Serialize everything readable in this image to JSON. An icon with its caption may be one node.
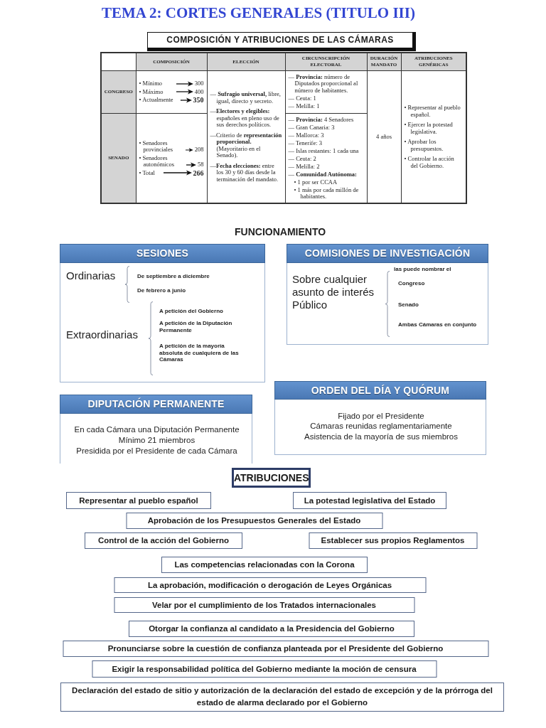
{
  "diagram": {
    "title": "TEMA 2: CORTES GENERALES (TITULO III)",
    "nodes": [
      {
        "text": [
          "COMPOSICIÓN Y ATRIBUCIONES DE LAS CÁMARAS"
        ]
      },
      {
        "text": [
          "SESIONES",
          "Ordinarias",
          "De septiembre a diciembre",
          "De febrero a junio",
          "Extraordinarias",
          "A petición del Gobierno",
          "A petición de la Diputación Permanente",
          "A petición de la mayoría absoluta de cualquiera de las Cámaras"
        ]
      },
      {
        "text": [
          "COMISIONES DE INVESTIGACIÓN",
          "Sobre cualquier asunto de interés Público",
          "las puede nombrar el",
          "Congreso",
          "Senado",
          "Ambas Cámaras en conjunto"
        ]
      },
      {
        "text": [
          "DIPUTACIÓN PERMANENTE",
          "En cada Cámara una Diputación Permanente",
          "Mínimo 21 miembros",
          "Presidida por el Presidente de cada Cámara"
        ]
      },
      {
        "text": [
          "ORDEN DEL DÍA Y QUÓRUM",
          "Fijado por el Presidente",
          "Cámaras reunidas reglamentariamente",
          "Asistencia de la mayoría de sus miembros"
        ]
      },
      {
        "text": [
          "ATRIBUCIONES"
        ]
      },
      {
        "text": [
          "Representar al pueblo español"
        ]
      },
      {
        "text": [
          "La potestad legislativa del Estado"
        ]
      },
      {
        "text": [
          "Aprobación de los Presupuestos Generales del Estado"
        ]
      },
      {
        "text": [
          "Control de la acción del Gobierno"
        ]
      },
      {
        "text": [
          "Establecer sus propios Reglamentos"
        ]
      },
      {
        "text": [
          "Las competencias relacionadas con la Corona"
        ]
      },
      {
        "text": [
          "La aprobación, modificación o derogación de Leyes Orgánicas"
        ]
      },
      {
        "text": [
          "Velar por el cumplimiento de los Tratados internacionales"
        ]
      },
      {
        "text": [
          "Otorgar la confianza al candidato a la Presidencia del Gobierno"
        ]
      },
      {
        "text": [
          "Pronunciarse sobre la cuestión de confianza planteada por el Presidente del Gobierno"
        ]
      },
      {
        "text": [
          "Exigir la responsabilidad política del Gobierno mediante la moción de censura"
        ]
      },
      {
        "text": [
          "Declaración del estado de sitio y autorización de la declaración del estado de excepción y de la prórroga del estado de alarma declarado por el Gobierno"
        ]
      }
    ],
    "labels": [
      "COMPOSICIÓN",
      "ELECCIÓN",
      "CIRCUNSCRIPCIÓN ELECTORAL",
      "DURACIÓN MANDATO",
      "ATRIBUCIONES GENÉRICAS",
      "CONGRESO",
      "• Mínimo",
      "300",
      "• Máximo",
      "400",
      "• Actualmente",
      "350",
      "— **Sufragio universal,** libre, igual, directo y secreto.",
      "—**Electores y elegibles:** españoles en pleno uso de sus derechos políticos.",
      "—Criterio de **representación proporcional.** (Mayoritario en el Senado).",
      "—**Fecha elecciones:** entre los 30 y 60 días desde la terminación del mandato.",
      "— **Provincia:** número de Diputados proporcional al número de habitantes.",
      "— Ceuta: 1",
      "— Melilla: 1",
      "4 años",
      "• Representar al pueblo español.",
      "• Ejercer la potestad legislativa.",
      "• Aprobar los presupuestos.",
      "• Controlar la acción del Gobierno.",
      "SENADO",
      "• Senadores provinciales",
      "208",
      "• Senadores autonómicos",
      "58",
      "• Total",
      "266",
      "— **Provincia:** 4 Senadores",
      "— Gran Canaria: 3",
      "— Mallorca: 3",
      "— Tenerife: 3",
      "— Islas restantes: 1 cada una",
      "— Ceuta: 2",
      "— Melilla: 2",
      "— **Comunidad Autónoma:**",
      "• 1 por ser CCAA",
      "• 1 más por cada millón de habitantes.",
      "FUNCIONAMIENTO"
    ]
  }
}
